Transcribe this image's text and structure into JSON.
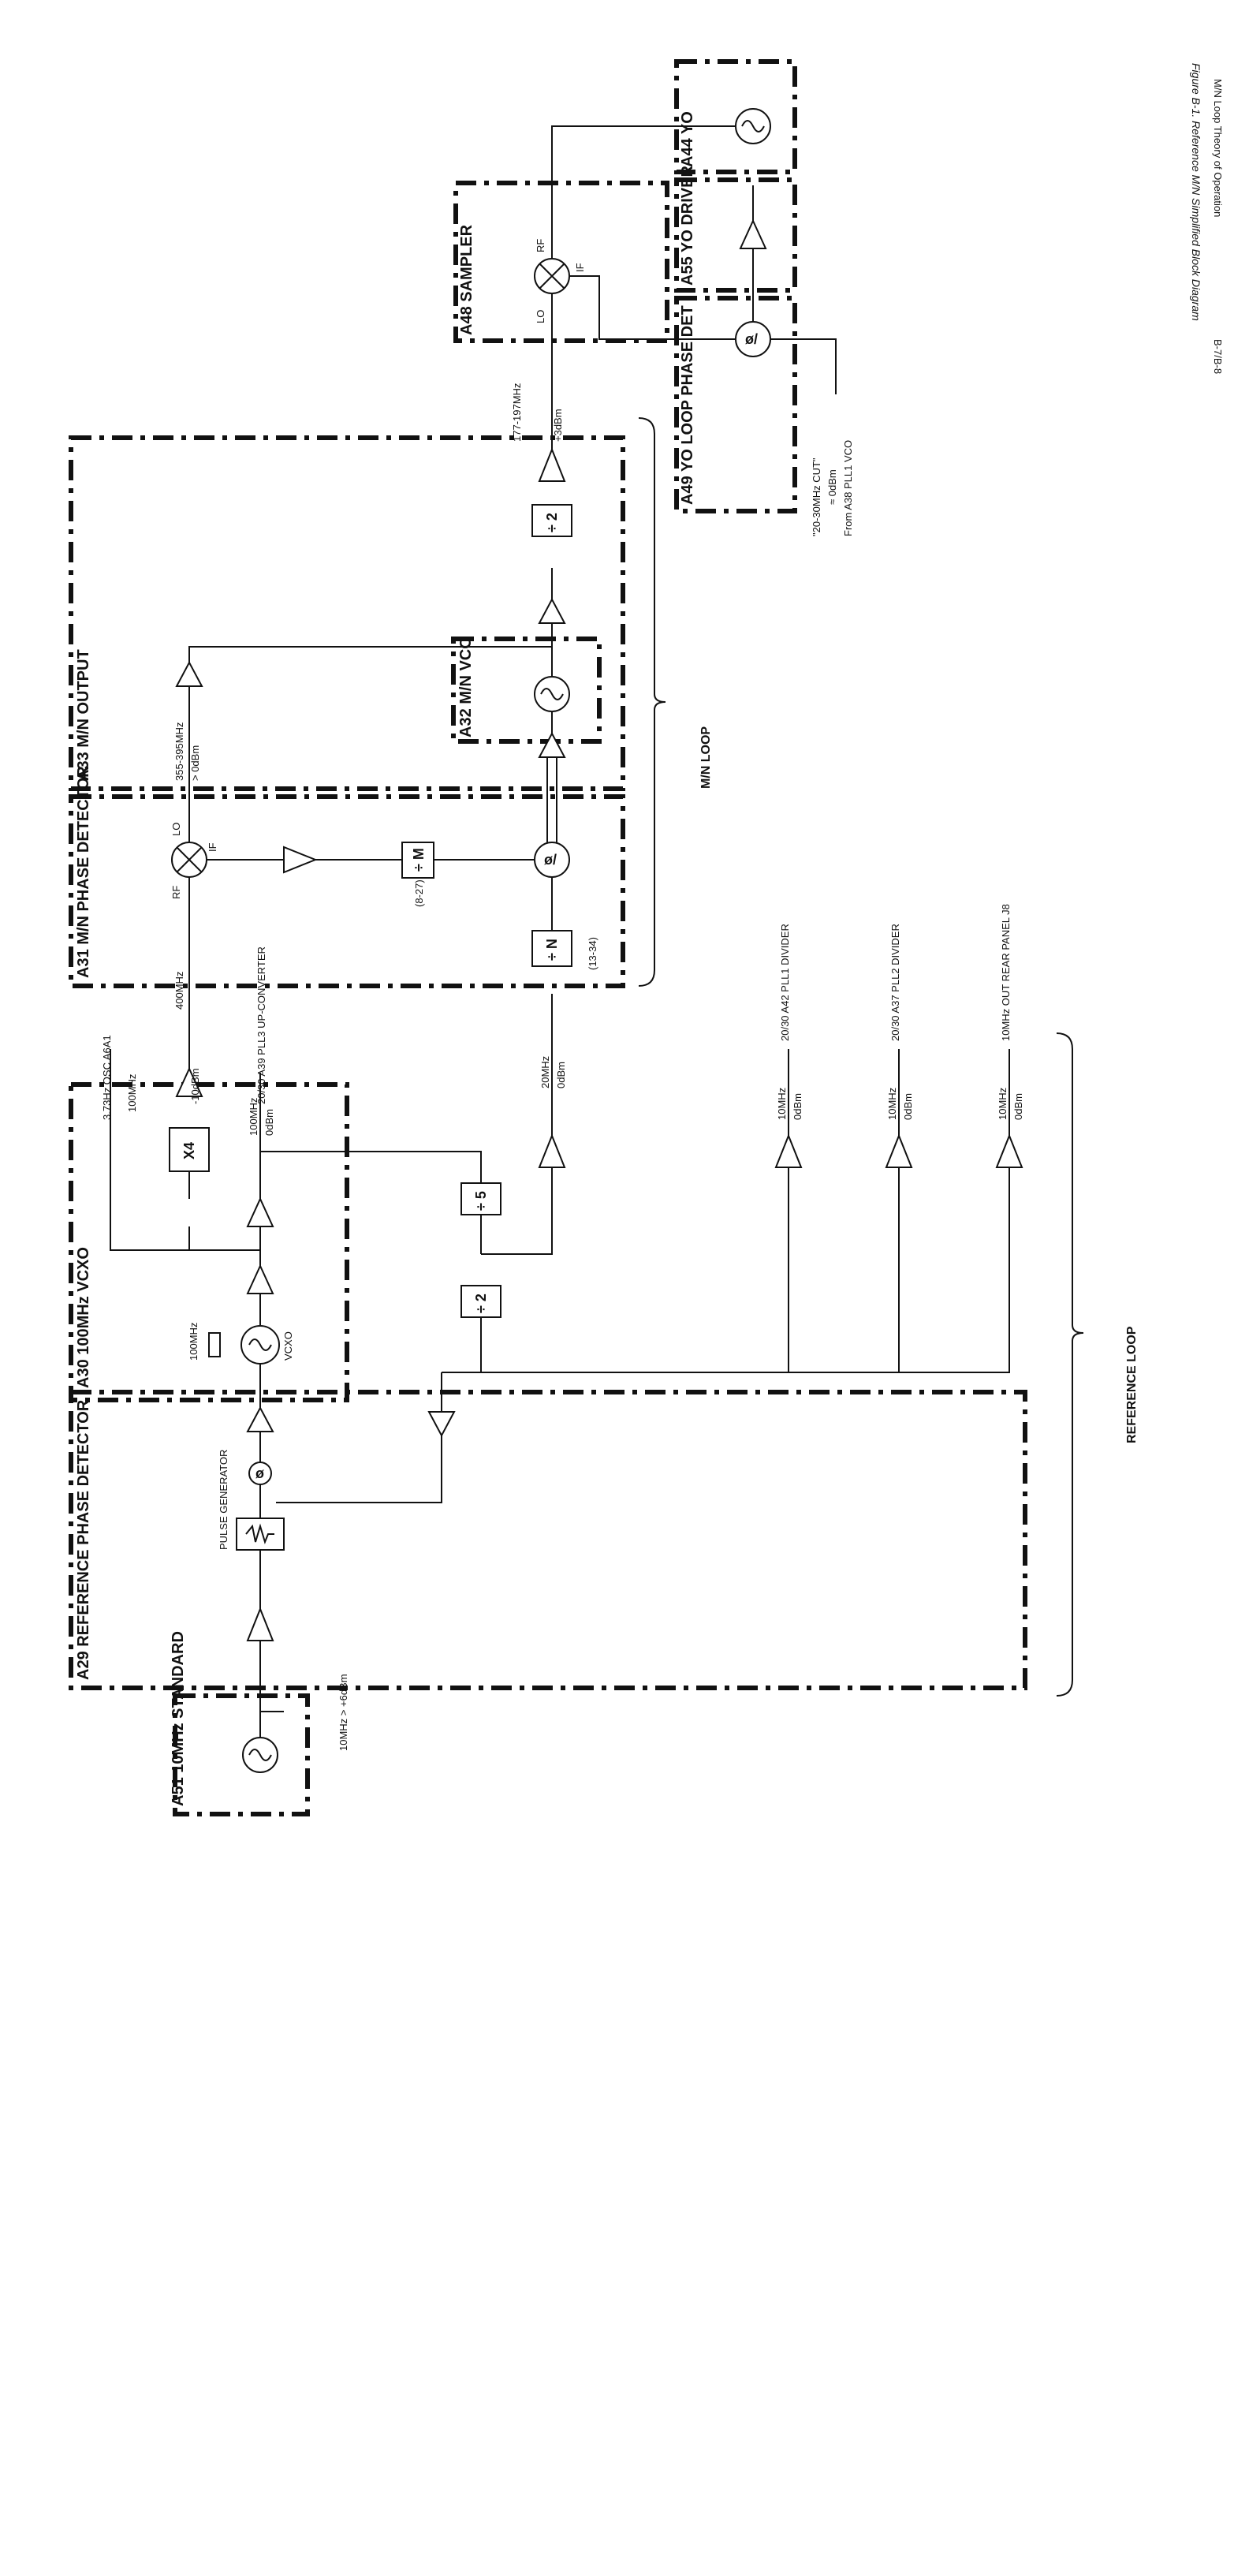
{
  "caption": {
    "figure": "Figure B-1. Reference M/N Simplified Block Diagram",
    "section": "M/N Loop Theory of Operation",
    "page": "B-7/B-8"
  },
  "blocks": {
    "a51": "A51 10MHz STANDARD",
    "a29": "A29 REFERENCE PHASE DETECTOR",
    "a30": "A30 100MHz VCXO",
    "a31": "A31 M/N PHASE DETECTOR",
    "a32": "A32 M/N VCO",
    "a33": "A33 M/N OUTPUT",
    "a48": "A48 SAMPLER",
    "a49": "A49 YO LOOP PHASE DET",
    "a55": "A55 YO DRIVER",
    "a44": "A44 YO"
  },
  "labels": {
    "pulse_generator": "PULSE GENERATOR",
    "crystal": "100MHz",
    "vcxo": "VCXO",
    "x4": "X4",
    "div5": "÷ 5",
    "div2": "÷ 2",
    "divN": "÷ N",
    "n_range": "(13-34)",
    "divM": "÷ M",
    "m_range": "(8-27)",
    "div2_out": "÷ 2",
    "lo": "LO",
    "rf": "RF",
    "if": "IF",
    "lo2": "LO",
    "rf2": "RF",
    "if2": "IF"
  },
  "signals": {
    "std_out": "10MHz > +6dBm",
    "vcxo_100": "100MHz",
    "to_osc": "3.73Hz OSC A6A1",
    "s400": "400MHz",
    "m10dbm": "-10dBm",
    "to_a39": "20/30 A39 PLL3 UP-CONVERTER",
    "s100b": "100MHz",
    "s0dbm_a": "0dBm",
    "s20": "20MHz",
    "s0dbm_b": "0dBm",
    "to_a42": "20/30 A42 PLL1 DIVIDER",
    "s10a": "10MHz",
    "s0dbm_c": "0dBm",
    "to_a37": "20/30 A37 PLL2 DIVIDER",
    "s10b": "10MHz",
    "s0dbm_d": "0dBm",
    "to_j8": "10MHz OUT REAR PANEL J8",
    "s10c": "10MHz",
    "s0dbm_e": "0dBm",
    "vco_band": "355-395MHz",
    "vco_level": "> 0dBm",
    "out_band": "177-197MHz",
    "out_level": "+3dBm",
    "if_label": "\"20-30MHz CUT\"",
    "if_level": "≈ 0dBm",
    "from_a38": "From A38 PLL1 VCO"
  },
  "loops": {
    "mn": "M/N LOOP",
    "ref": "REFERENCE LOOP"
  }
}
